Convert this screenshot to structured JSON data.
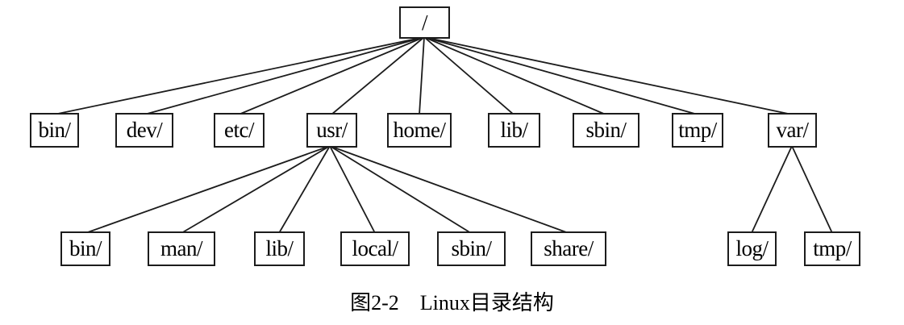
{
  "figure": {
    "caption": {
      "label": "图2-2",
      "title": "Linux目录结构"
    }
  },
  "tree": {
    "root": {
      "label": "/"
    },
    "children": [
      {
        "label": "bin/"
      },
      {
        "label": "dev/"
      },
      {
        "label": "etc/"
      },
      {
        "label": "usr/",
        "children": [
          {
            "label": "bin/"
          },
          {
            "label": "man/"
          },
          {
            "label": "lib/"
          },
          {
            "label": "local/"
          },
          {
            "label": "sbin/"
          },
          {
            "label": "share/"
          }
        ]
      },
      {
        "label": "home/"
      },
      {
        "label": "lib/"
      },
      {
        "label": "sbin/"
      },
      {
        "label": "tmp/"
      },
      {
        "label": "var/",
        "children": [
          {
            "label": "log/"
          },
          {
            "label": "tmp/"
          }
        ]
      }
    ]
  },
  "colors": {
    "background": "#ffffff",
    "line": "#1c1c1c",
    "text": "#000000"
  }
}
